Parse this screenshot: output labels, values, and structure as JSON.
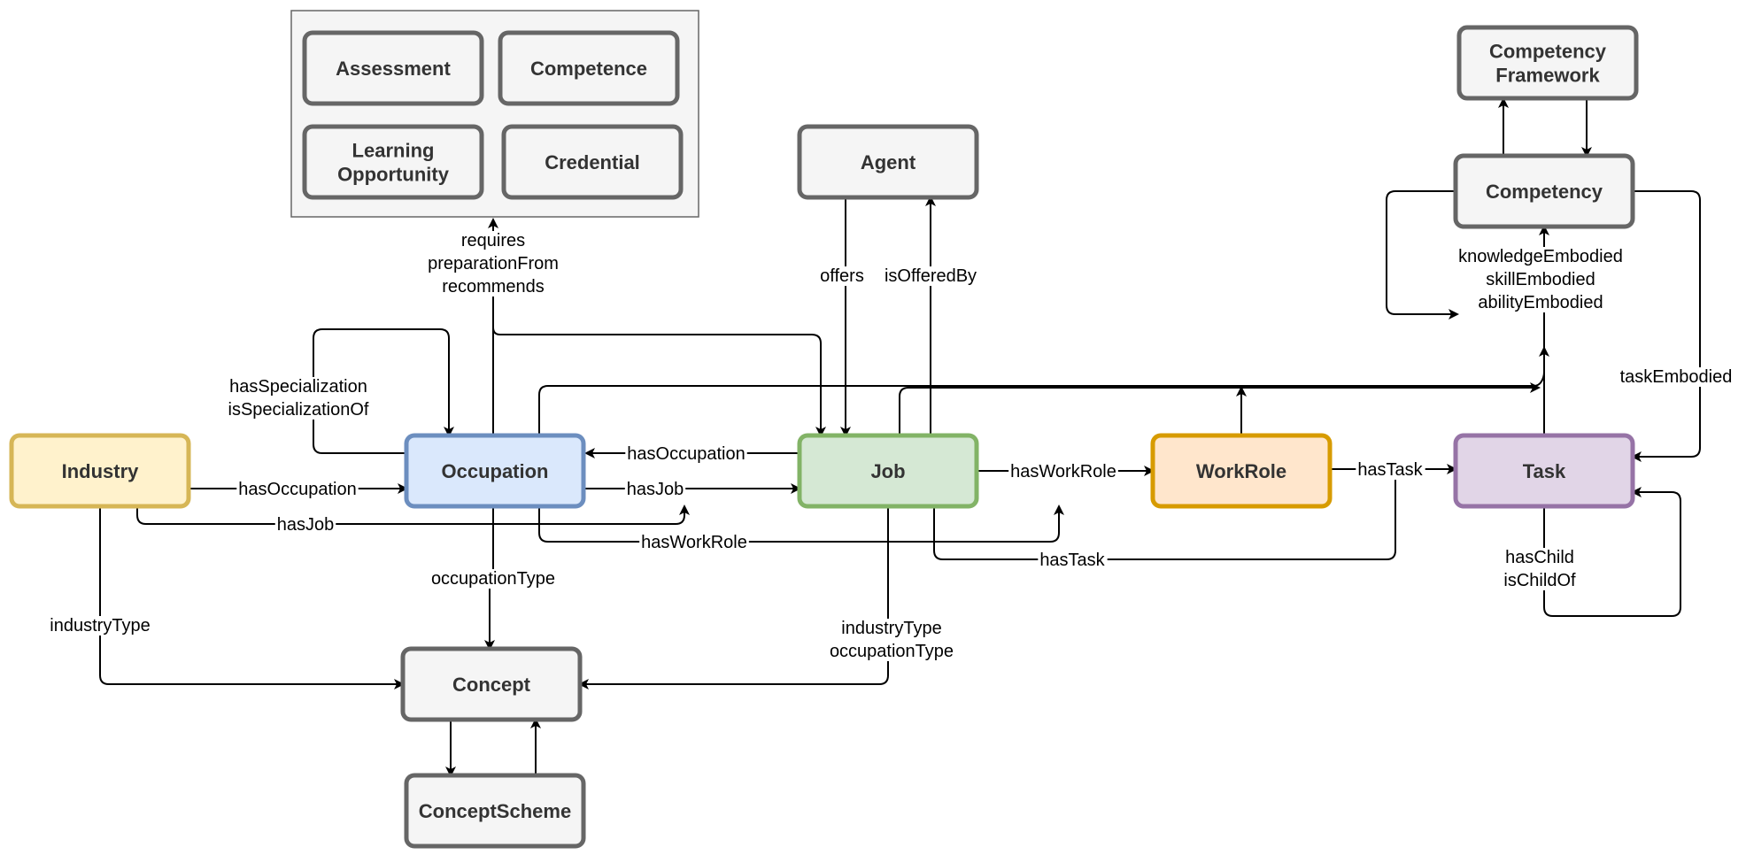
{
  "diagram": {
    "group": {
      "name": "requirements-group"
    },
    "nodes": [
      {
        "id": "assessment",
        "label": "Assessment",
        "fill": "#f5f5f5",
        "stroke": "#666666"
      },
      {
        "id": "competence",
        "label": "Competence",
        "fill": "#f5f5f5",
        "stroke": "#666666"
      },
      {
        "id": "learning",
        "label": "Learning\nOpportunity",
        "fill": "#f5f5f5",
        "stroke": "#666666"
      },
      {
        "id": "credential",
        "label": "Credential",
        "fill": "#f5f5f5",
        "stroke": "#666666"
      },
      {
        "id": "agent",
        "label": "Agent",
        "fill": "#f5f5f5",
        "stroke": "#666666"
      },
      {
        "id": "framework",
        "label": "Competency\nFramework",
        "fill": "#f5f5f5",
        "stroke": "#666666"
      },
      {
        "id": "competency",
        "label": "Competency",
        "fill": "#f5f5f5",
        "stroke": "#666666"
      },
      {
        "id": "industry",
        "label": "Industry",
        "fill": "#fff2cc",
        "stroke": "#d6b656"
      },
      {
        "id": "occupation",
        "label": "Occupation",
        "fill": "#dae8fc",
        "stroke": "#6c8ebf"
      },
      {
        "id": "job",
        "label": "Job",
        "fill": "#d5e8d4",
        "stroke": "#82b366"
      },
      {
        "id": "workrole",
        "label": "WorkRole",
        "fill": "#ffe6cc",
        "stroke": "#d79b00"
      },
      {
        "id": "task",
        "label": "Task",
        "fill": "#e1d5e7",
        "stroke": "#9673a6"
      },
      {
        "id": "concept",
        "label": "Concept",
        "fill": "#f5f5f5",
        "stroke": "#666666"
      },
      {
        "id": "conceptscheme",
        "label": "ConceptScheme",
        "fill": "#f5f5f5",
        "stroke": "#666666"
      }
    ],
    "edge_labels": [
      {
        "id": "requires",
        "text": "requires\npreparationFrom\nrecommends"
      },
      {
        "id": "offers",
        "text": "offers"
      },
      {
        "id": "isofferedby",
        "text": "isOfferedBy"
      },
      {
        "id": "competency-embodied",
        "text": "knowledgeEmbodied\nskillEmbodied\nabilityEmbodied"
      },
      {
        "id": "taskembodied",
        "text": "taskEmbodied"
      },
      {
        "id": "specialization",
        "text": "hasSpecialization\nisSpecializationOf"
      },
      {
        "id": "job-hasoccupation",
        "text": "hasOccupation"
      },
      {
        "id": "industry-hasoccupation",
        "text": "hasOccupation"
      },
      {
        "id": "occupation-hasjob",
        "text": "hasJob"
      },
      {
        "id": "industry-hasjob",
        "text": "hasJob"
      },
      {
        "id": "job-hasworkrole",
        "text": "hasWorkRole"
      },
      {
        "id": "occupation-hasworkrole",
        "text": "hasWorkRole"
      },
      {
        "id": "workrole-hastask",
        "text": "hasTask"
      },
      {
        "id": "job-hastask",
        "text": "hasTask"
      },
      {
        "id": "haschild",
        "text": "hasChild\nisChildOf"
      },
      {
        "id": "occupationtype",
        "text": "occupationType"
      },
      {
        "id": "industrytype",
        "text": "industryType"
      },
      {
        "id": "job-types",
        "text": "industryType\noccupationType"
      }
    ]
  }
}
